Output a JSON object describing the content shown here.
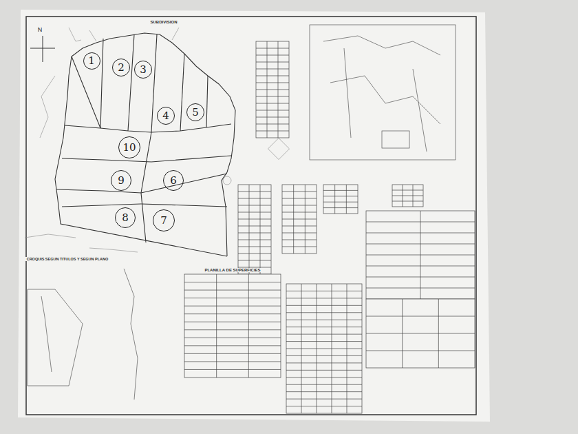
{
  "diagram": {
    "title": "SUBDIVISION",
    "nodes": [
      {
        "text": [
          "1"
        ]
      },
      {
        "text": [
          "2"
        ]
      },
      {
        "text": [
          "3"
        ]
      },
      {
        "text": [
          "4"
        ]
      },
      {
        "text": [
          "5"
        ]
      },
      {
        "text": [
          "10"
        ]
      },
      {
        "text": [
          "9"
        ]
      },
      {
        "text": [
          "6"
        ]
      },
      {
        "text": [
          "8"
        ]
      },
      {
        "text": [
          "7"
        ]
      }
    ],
    "labels": [
      "N",
      "PLANILLA DE SUPERFICIES",
      "CROQUIS SEGUN TITULOS Y SEGUN PLANO"
    ]
  }
}
